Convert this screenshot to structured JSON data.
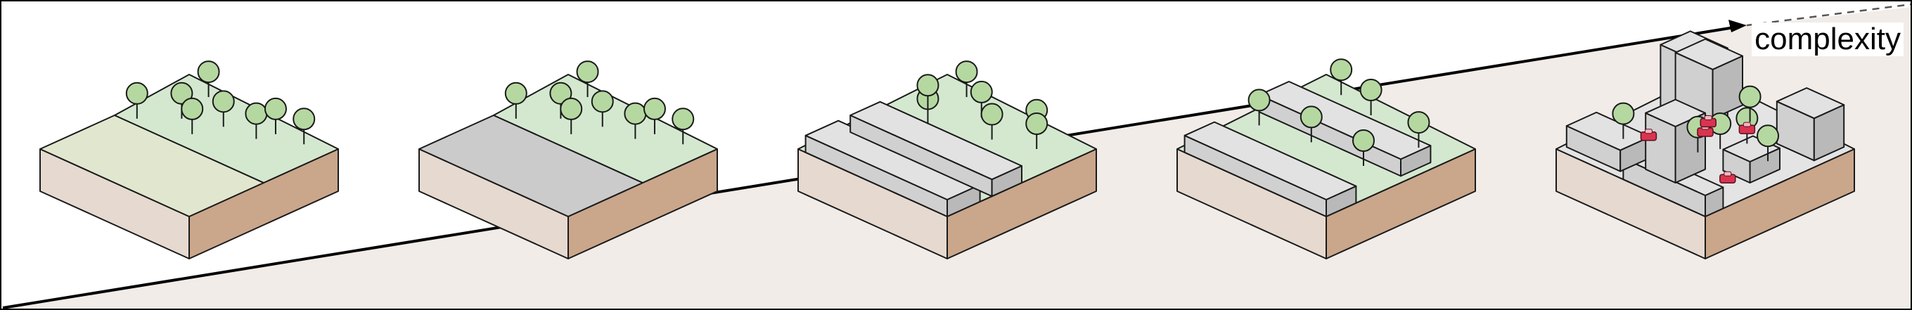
{
  "diagram": {
    "axis_label": "complexity",
    "colors": {
      "outline": "#1a1a1a",
      "background_wedge": "#f1ece8",
      "soil_front": "#e6d9cf",
      "soil_right": "#caa68b",
      "grass": "#d4e8d0",
      "meadow": "#e1e7cf",
      "pavement": "#cbcbcb",
      "tree_crown": "#b5d8a1",
      "building_light": "#e2e2e2",
      "building_front": "#d0d0d0",
      "building_side": "#b9b9b9",
      "car": "#d9344f"
    },
    "stages": [
      {
        "id": 1,
        "surface": "meadow-and-trees"
      },
      {
        "id": 2,
        "surface": "paved-and-trees"
      },
      {
        "id": 3,
        "surface": "rows-and-trees"
      },
      {
        "id": 4,
        "surface": "rows-with-trees"
      },
      {
        "id": 5,
        "surface": "city-block"
      }
    ]
  }
}
